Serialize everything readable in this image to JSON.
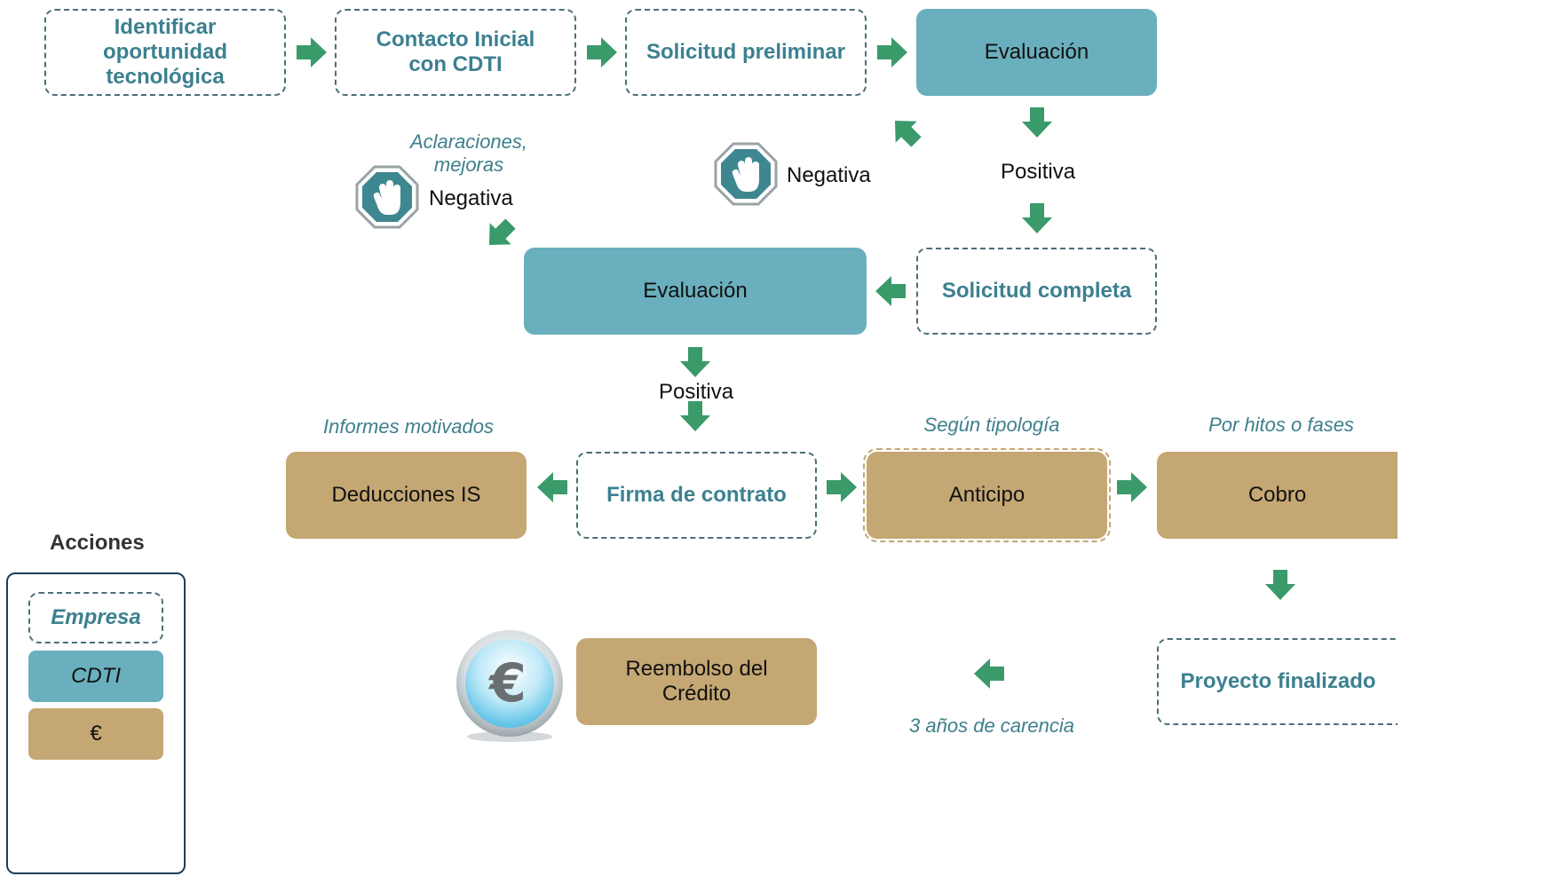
{
  "colors": {
    "empresa_text": "#3c8090",
    "cdti_fill": "#6aafbd",
    "euro_fill": "#c4a773",
    "arrow": "#3a9a6a",
    "note": "#3e7f8c"
  },
  "steps": {
    "identificar": "Identificar oportunidad tecnológica",
    "contacto": "Contacto Inicial con CDTI",
    "solicitud_preliminar": "Solicitud preliminar",
    "evaluacion_1": "Evaluación",
    "solicitud_completa": "Solicitud completa",
    "evaluacion_2": "Evaluación",
    "firma": "Firma de contrato",
    "deducciones": "Deducciones IS",
    "anticipo": "Anticipo",
    "cobro": "Cobro",
    "proyecto_finalizado": "Proyecto finalizado",
    "reembolso": "Reembolso del Crédito"
  },
  "labels": {
    "positiva_1": "Positiva",
    "negativa_1": "Negativa",
    "positiva_2": "Positiva",
    "negativa_2": "Negativa"
  },
  "notes": {
    "aclaraciones": "Aclaraciones, mejoras",
    "informes": "Informes motivados",
    "segun_tipologia": "Según tipología",
    "por_hitos": "Por hitos o fases",
    "carencia": "3 años de carencia"
  },
  "legend": {
    "title": "Acciones",
    "empresa": "Empresa",
    "cdti": "CDTI",
    "euro": "€"
  },
  "icons": [
    "arrow-right-icon",
    "arrow-down-icon",
    "arrow-left-icon",
    "arrow-down-left-icon",
    "arrow-up-left-icon",
    "stop-hand-icon",
    "euro-coin-icon"
  ]
}
